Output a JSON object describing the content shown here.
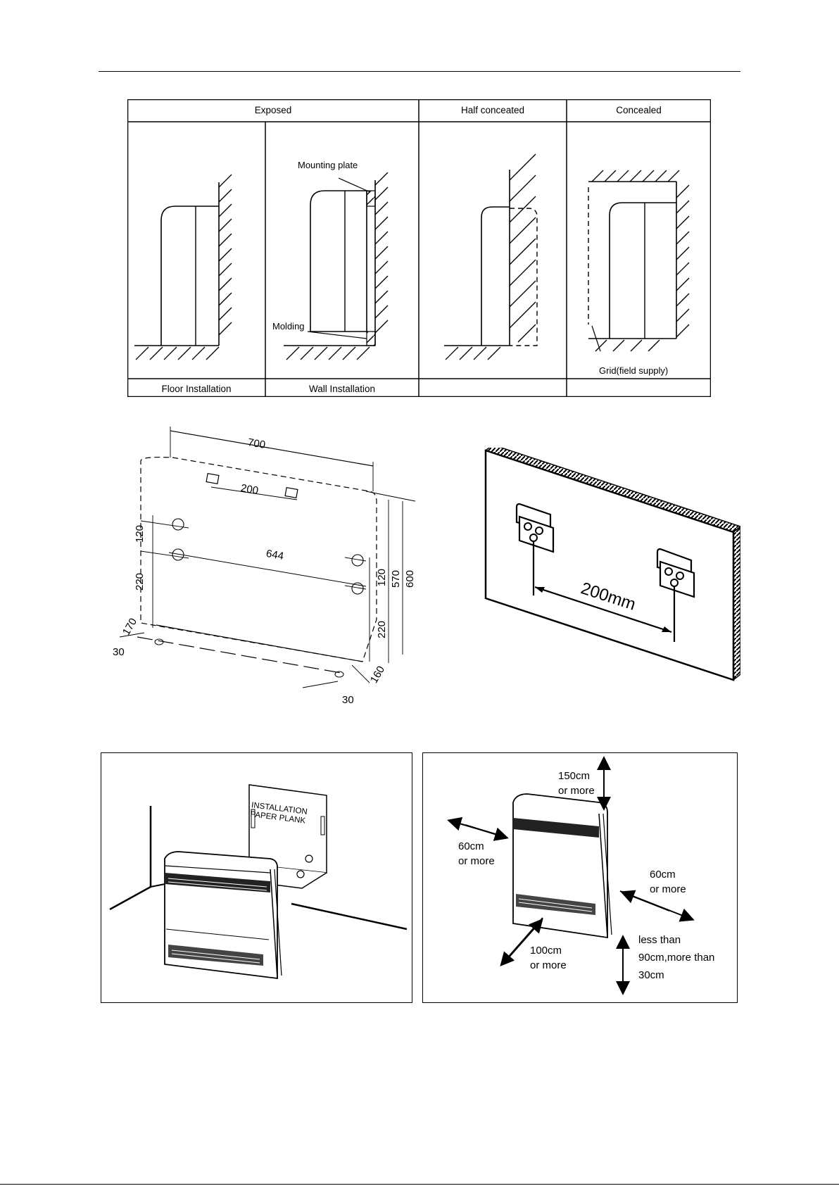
{
  "install_table": {
    "headers": {
      "exposed": "Exposed",
      "half_concealed": "Half conceated",
      "concealed": "Concealed"
    },
    "footers": {
      "floor": "Floor Installation",
      "wall": "Wall Installation"
    },
    "callouts": {
      "mounting_plate": "Mounting plate",
      "molding": "Molding",
      "grid": "Grid(field supply)"
    }
  },
  "dimension_drawing": {
    "labels": [
      "700",
      "200",
      "644",
      "120",
      "220",
      "120",
      "220",
      "570",
      "600",
      "170",
      "30",
      "30",
      "160"
    ]
  },
  "wall_bracket": {
    "spacing": "200mm"
  },
  "paper_plank": {
    "text_line1": "INSTALLATION",
    "text_line2": "PAPER PLANK"
  },
  "clearance": {
    "top_line1": "150cm",
    "top_line2": "or more",
    "left_line1": "60cm",
    "left_line2": "or more",
    "right_line1": "60cm",
    "right_line2": "or more",
    "front_line1": "100cm",
    "front_line2": "or more",
    "floor_line1": "less than",
    "floor_line2": "90cm,more than",
    "floor_line3": "30cm"
  }
}
